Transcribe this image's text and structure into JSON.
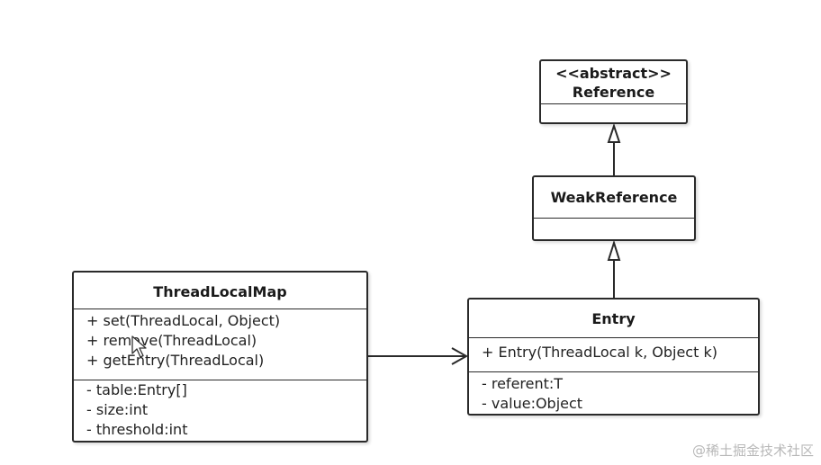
{
  "reference": {
    "stereotype": "<<abstract>>",
    "name": "Reference"
  },
  "weak_reference": {
    "name": "WeakReference"
  },
  "thread_local_map": {
    "name": "ThreadLocalMap",
    "methods": [
      "+ set(ThreadLocal, Object)",
      "+ remove(ThreadLocal)",
      "+ getEntry(ThreadLocal)"
    ],
    "fields": [
      "- table:Entry[]",
      "- size:int",
      "- threshold:int"
    ]
  },
  "entry": {
    "name": "Entry",
    "methods": [
      "+ Entry(ThreadLocal k, Object k)"
    ],
    "fields": [
      "- referent:T",
      "- value:Object"
    ]
  },
  "relations": [
    {
      "from": "WeakReference",
      "to": "Reference",
      "type": "inheritance"
    },
    {
      "from": "Entry",
      "to": "WeakReference",
      "type": "inheritance"
    },
    {
      "from": "ThreadLocalMap",
      "to": "Entry",
      "type": "association"
    }
  ],
  "watermark": "@稀土掘金技术社区",
  "colors": {
    "line": "#2a2a2a",
    "background": "#ffffff",
    "watermark": "#b8b8b8"
  }
}
